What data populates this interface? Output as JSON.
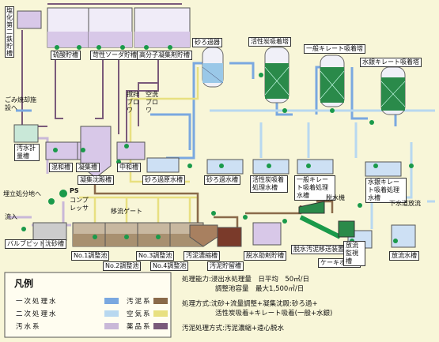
{
  "labels": {
    "chlorine_tank": "塩化第二鉄貯槽",
    "sulfuric_tank": "硫酸貯槽",
    "caustic_tank": "苛性ソーダ貯槽",
    "polymer_tank": "高分子凝集剤貯槽",
    "sand_filter": "砂ろ過器",
    "carbon_tower": "活性炭吸着塔",
    "chelate_tower": "一般キレート吸着塔",
    "mercury_tower": "水銀キレート吸着塔",
    "mixer_blower_1": "撹拌ブロワ",
    "mixer_blower_2": "空洗ブロワ",
    "garbage_out": "ごみ焼却施設へ",
    "wastewater_meter": "汚水計量槽",
    "mixing_tank": "混和槽",
    "coagulation_tank": "凝集槽",
    "settling_tank": "凝集沈殿槽",
    "neutral_tank": "中和槽",
    "sand_filtered_tank": "砂ろ過原水槽",
    "sand_filter_tank": "砂ろ過水槽",
    "carbon_raw_tank": "活性炭吸着処理水槽",
    "chelate_raw_tank": "一般キレート吸着処理水槽",
    "mercury_raw_tank": "水銀キレート吸着処理水槽",
    "landfill_return": "埋立処分地へ",
    "pump_station": "PS",
    "compressor": "コンプレッサ",
    "inflow": "流入",
    "valve_pit": "バルブピット",
    "sand_tank": "沈砂槽",
    "transfer_gate": "移流ゲート",
    "adj1": "No.1調整池",
    "adj2": "No.2調整池",
    "adj3": "No.3調整池",
    "adj4": "No.4調整池",
    "sludge_concentrate": "汚泥濃縮槽",
    "sludge_storage": "汚泥貯留槽",
    "dewater_aid": "脱水助剤貯槽",
    "dewater_machine": "脱水機",
    "sludge_conveyor": "脱水汚泥移送装置",
    "cake_hopper": "ケーキホッパ",
    "discharge_monitor": "放流監視槽",
    "discharge_tank": "放流水槽",
    "sewer_outlet": "下水道放流"
  },
  "legend": {
    "title": "凡例",
    "items": [
      {
        "name": "一次処理水",
        "color": "#7aa8e0"
      },
      {
        "name": "二次処理水",
        "color": "#b8d8f0"
      },
      {
        "name": "汚水系",
        "color": "#c9b8d8"
      },
      {
        "name": "汚泥系",
        "color": "#8a6a4a"
      },
      {
        "name": "空気系",
        "color": "#e8e080"
      },
      {
        "name": "薬品系",
        "color": "#7a5a7a"
      }
    ]
  },
  "info": {
    "capacity_label": "処理能力:浸出水処理量　日平均　50㎥/日",
    "capacity_sub": "調整池容量　最大1,500㎥/日",
    "method_label": "処理方式:沈砂+流量調整+凝集沈殿:砂ろ過+",
    "method_sub": "活性炭吸着+キレート吸着(一般+水銀)",
    "sludge_label": "汚泥処理方式:汚泥濃縮+遠心脱水"
  },
  "colors": {
    "background": "#f8f6d8",
    "primary_water": "#7aa8e0",
    "secondary_water": "#b8d8f0",
    "waste_water": "#c9b8d8",
    "sludge": "#8a6a4a",
    "air": "#e8e080",
    "chemical": "#7a5a7a",
    "tank_fill": "#d8c8e8",
    "tower_fill": "#2a8a4a",
    "pump_green": "#1a9a4a"
  }
}
